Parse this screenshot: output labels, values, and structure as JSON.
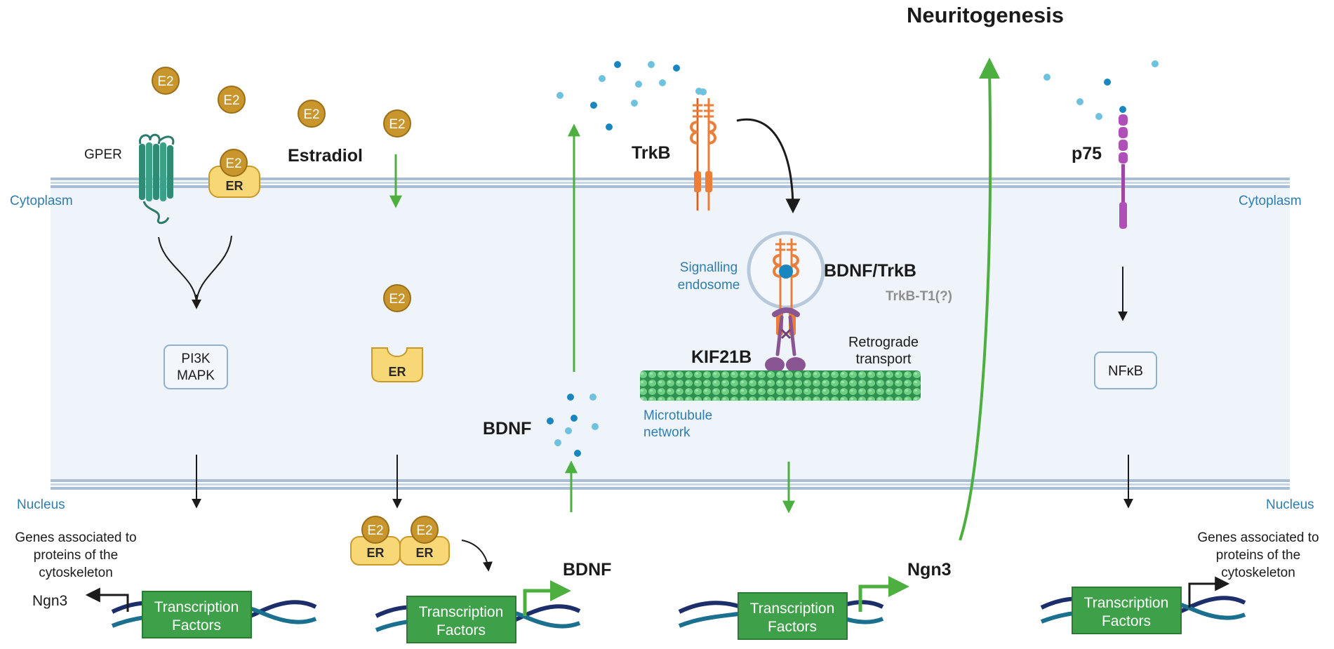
{
  "title": "Neuritogenesis",
  "compartments": {
    "cytoplasm_left": "Cytoplasm",
    "cytoplasm_right": "Cytoplasm",
    "nucleus_left": "Nucleus",
    "nucleus_right": "Nucleus"
  },
  "estradiol_panel": {
    "e2_label": "E2",
    "er_label": "ER",
    "gper_label": "GPER",
    "estradiol_label": "Estradiol",
    "kinases_line1": "PI3K",
    "kinases_line2": "MAPK",
    "genes_line1": "Genes associated to",
    "genes_line2": "proteins of the",
    "genes_line3": "cytoskeleton",
    "ngn3_label": "Ngn3",
    "bdnf_label": "BDNF"
  },
  "bdnf_panel": {
    "bdnf_label": "BDNF",
    "trkb_label": "TrkB",
    "signalling_line1": "Signalling",
    "signalling_line2": "endosome",
    "complex_label": "BDNF/TrkB",
    "isoform_label": "TrkB-T1(?)",
    "motor_label": "KIF21B",
    "transport_line1": "Retrograde",
    "transport_line2": "transport",
    "microtubule_line1": "Microtubule",
    "microtubule_line2": "network",
    "ngn3_label": "Ngn3"
  },
  "p75_panel": {
    "p75_label": "p75",
    "nfkb_label": "NFκB",
    "genes_line1": "Genes associated to",
    "genes_line2": "proteins of the",
    "genes_line3": "cytoskeleton"
  },
  "transcription_factors": {
    "line1": "Transcription",
    "line2": "Factors"
  },
  "colors": {
    "membrane": "#a7bed6",
    "cytoplasm_fill": "#eef4fa",
    "e2_gold": "#c8962c",
    "er_yellow": "#f8d776",
    "tf_green": "#3fa04a",
    "arrow_green": "#4caf3f",
    "trkb_orange": "#ea7e3a",
    "motor_purple": "#8a5593",
    "dna_dark": "#1d2f6b",
    "dna_teal": "#1b6f8f",
    "label_blue": "#2f7db0"
  }
}
